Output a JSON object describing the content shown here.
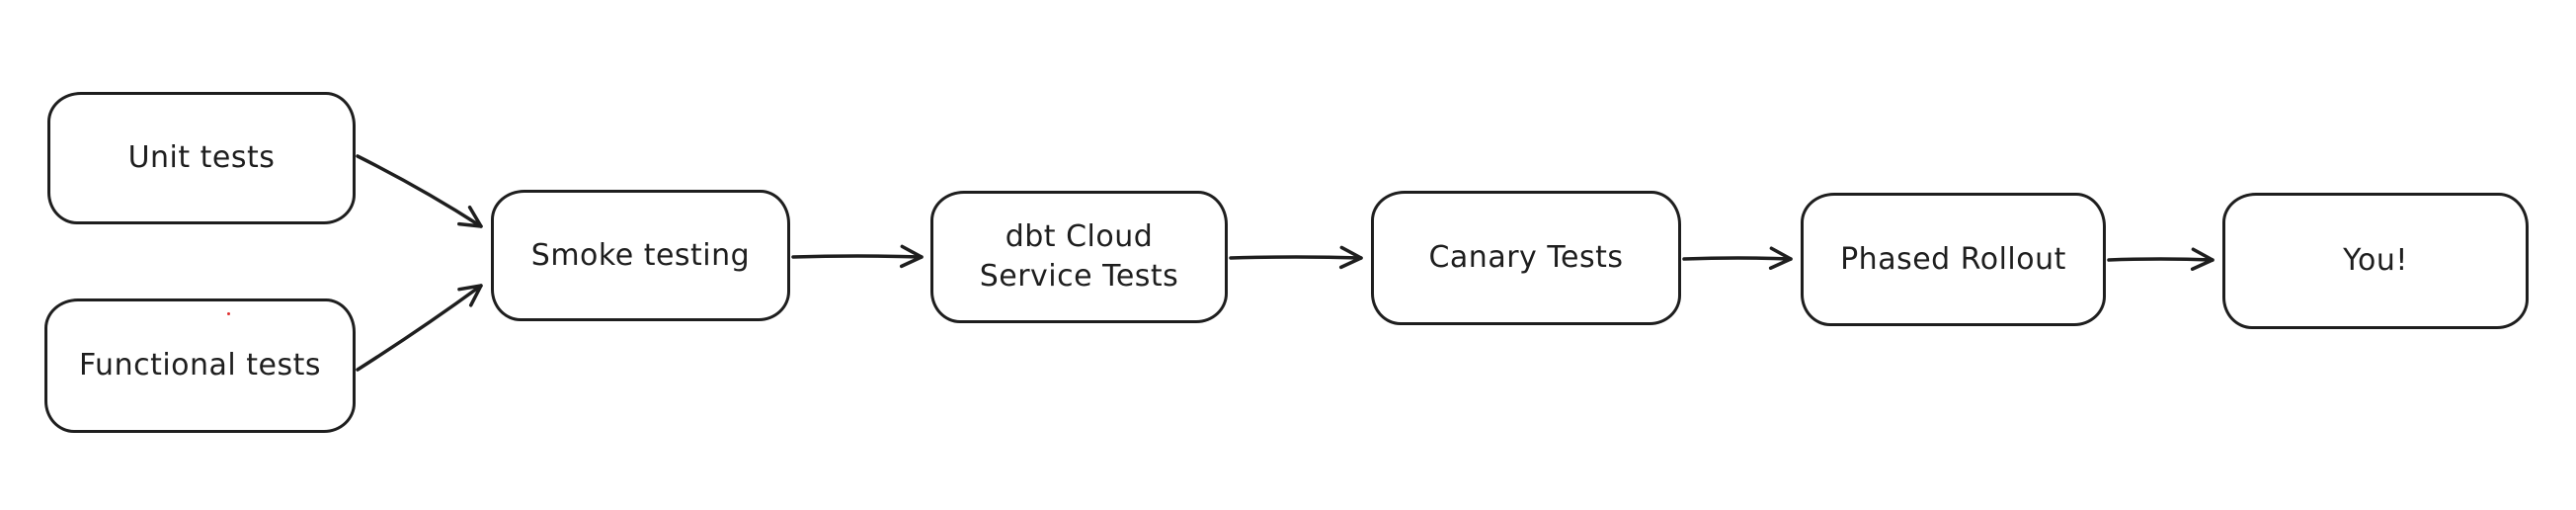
{
  "diagram": {
    "background_color": "#ffffff",
    "stroke_color": "#1e1e1e",
    "artifact_dot_color": "#e03131",
    "nodes": [
      {
        "id": "unit-tests",
        "label": "Unit tests"
      },
      {
        "id": "functional-tests",
        "label": "Functional tests"
      },
      {
        "id": "smoke-testing",
        "label": "Smoke testing"
      },
      {
        "id": "dbt-cloud-service-tests",
        "label": "dbt Cloud\nService Tests"
      },
      {
        "id": "canary-tests",
        "label": "Canary Tests"
      },
      {
        "id": "phased-rollout",
        "label": "Phased Rollout"
      },
      {
        "id": "you",
        "label": "You!"
      }
    ],
    "edges": [
      {
        "from": "unit-tests",
        "to": "smoke-testing"
      },
      {
        "from": "functional-tests",
        "to": "smoke-testing"
      },
      {
        "from": "smoke-testing",
        "to": "dbt-cloud-service-tests"
      },
      {
        "from": "dbt-cloud-service-tests",
        "to": "canary-tests"
      },
      {
        "from": "canary-tests",
        "to": "phased-rollout"
      },
      {
        "from": "phased-rollout",
        "to": "you"
      }
    ]
  }
}
